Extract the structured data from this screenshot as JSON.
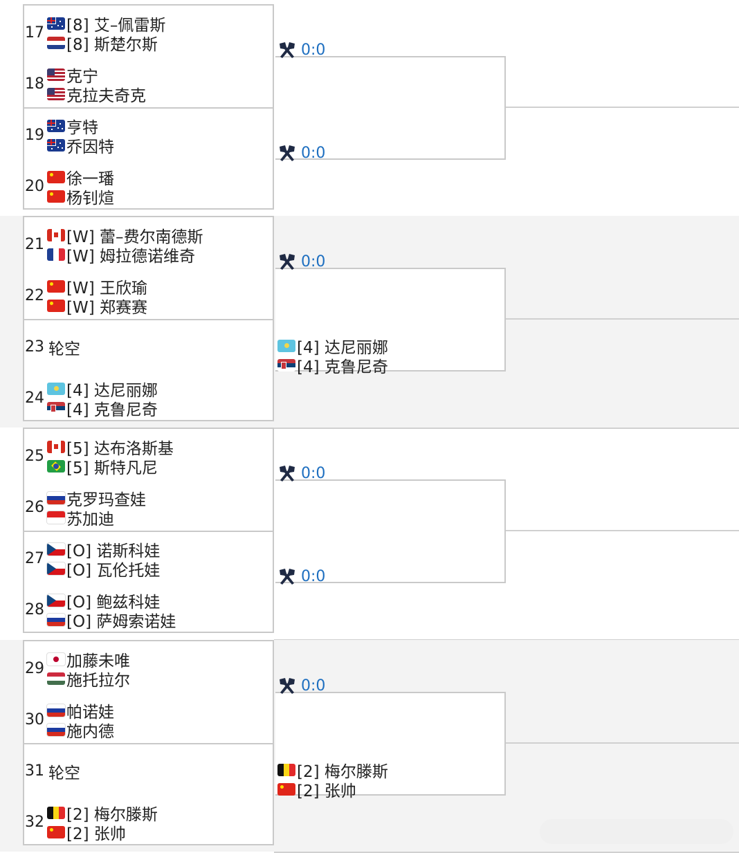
{
  "colors": {
    "score": "#1e6fc0",
    "border": "#c9c9c9",
    "shade": "#f3f3f3"
  },
  "score_icon": "crossed-rackets-icon",
  "slots": [
    {
      "seed": "17",
      "players": [
        {
          "flag": "AUS",
          "name": "[8] 艾–佩雷斯"
        },
        {
          "flag": "NED",
          "name": "[8] 斯楚尔斯"
        }
      ]
    },
    {
      "seed": "18",
      "players": [
        {
          "flag": "USA",
          "name": " 克宁"
        },
        {
          "flag": "USA",
          "name": " 克拉夫奇克"
        }
      ]
    },
    {
      "seed": "19",
      "players": [
        {
          "flag": "AUS",
          "name": " 亨特"
        },
        {
          "flag": "AUS",
          "name": " 乔因特"
        }
      ]
    },
    {
      "seed": "20",
      "players": [
        {
          "flag": "CHN",
          "name": " 徐一璠"
        },
        {
          "flag": "CHN",
          "name": " 杨钊煊"
        }
      ]
    },
    {
      "seed": "21",
      "players": [
        {
          "flag": "CAN",
          "name": "[W] 蕾–费尔南德斯"
        },
        {
          "flag": "FRA",
          "name": "[W] 姆拉德诺维奇"
        }
      ]
    },
    {
      "seed": "22",
      "players": [
        {
          "flag": "CHN",
          "name": "[W] 王欣瑜"
        },
        {
          "flag": "CHN",
          "name": "[W] 郑赛赛"
        }
      ]
    },
    {
      "seed": "23",
      "bye": "轮空"
    },
    {
      "seed": "24",
      "players": [
        {
          "flag": "KAZ",
          "name": "[4] 达尼丽娜"
        },
        {
          "flag": "SRB",
          "name": "[4] 克鲁尼奇"
        }
      ]
    },
    {
      "seed": "25",
      "players": [
        {
          "flag": "CAN",
          "name": "[5] 达布洛斯基"
        },
        {
          "flag": "BRA",
          "name": "[5] 斯特凡尼"
        }
      ]
    },
    {
      "seed": "26",
      "players": [
        {
          "flag": "RUS",
          "name": " 克罗玛查娃"
        },
        {
          "flag": "INA",
          "name": " 苏加迪"
        }
      ]
    },
    {
      "seed": "27",
      "players": [
        {
          "flag": "CZE",
          "name": "[O] 诺斯科娃"
        },
        {
          "flag": "CZE",
          "name": "[O] 瓦伦托娃"
        }
      ]
    },
    {
      "seed": "28",
      "players": [
        {
          "flag": "CZE",
          "name": "[O] 鲍兹科娃"
        },
        {
          "flag": "RUS",
          "name": "[O] 萨姆索诺娃"
        }
      ]
    },
    {
      "seed": "29",
      "players": [
        {
          "flag": "JPN",
          "name": " 加藤未唯"
        },
        {
          "flag": "HUN",
          "name": " 施托拉尔"
        }
      ]
    },
    {
      "seed": "30",
      "players": [
        {
          "flag": "RUS",
          "name": " 帕诺娃"
        },
        {
          "flag": "RUS",
          "name": " 施内德"
        }
      ]
    },
    {
      "seed": "31",
      "bye": "轮空"
    },
    {
      "seed": "32",
      "players": [
        {
          "flag": "BEL",
          "name": "[2] 梅尔滕斯"
        },
        {
          "flag": "CHN",
          "name": "[2] 张帅"
        }
      ]
    }
  ],
  "matches": [
    {
      "score": "0:0"
    },
    {
      "score": "0:0"
    },
    {
      "score": "0:0"
    },
    {
      "players": [
        {
          "flag": "KAZ",
          "name": "[4] 达尼丽娜"
        },
        {
          "flag": "SRB",
          "name": "[4] 克鲁尼奇"
        }
      ]
    },
    {
      "score": "0:0"
    },
    {
      "score": "0:0"
    },
    {
      "score": "0:0"
    },
    {
      "players": [
        {
          "flag": "BEL",
          "name": "[2] 梅尔滕斯"
        },
        {
          "flag": "CHN",
          "name": "[2] 张帅"
        }
      ]
    }
  ]
}
